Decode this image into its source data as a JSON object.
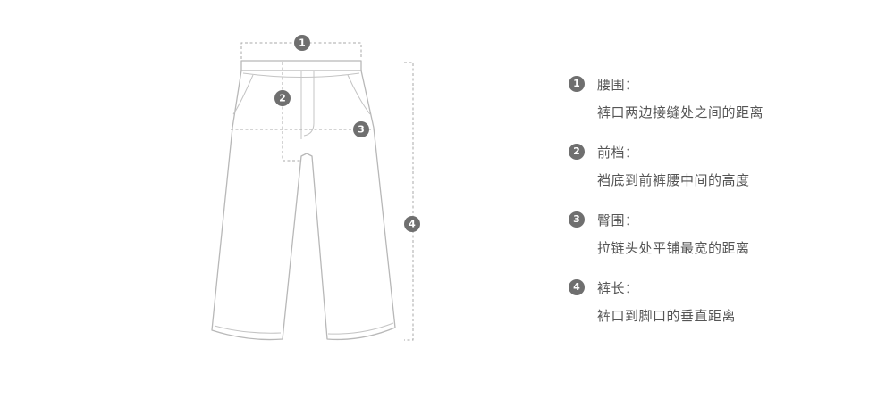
{
  "markers": {
    "waist": "1",
    "front_rise": "2",
    "hip": "3",
    "length": "4"
  },
  "legend": [
    {
      "num": "1",
      "title": "腰围：",
      "desc": "裤口两边接缝处之间的距离"
    },
    {
      "num": "2",
      "title": "前档：",
      "desc": "裆底到前裤腰中间的高度"
    },
    {
      "num": "3",
      "title": "臀围：",
      "desc": "拉链头处平铺最宽的距离"
    },
    {
      "num": "4",
      "title": "裤长：",
      "desc": "裤口到脚口的垂直距离"
    }
  ]
}
